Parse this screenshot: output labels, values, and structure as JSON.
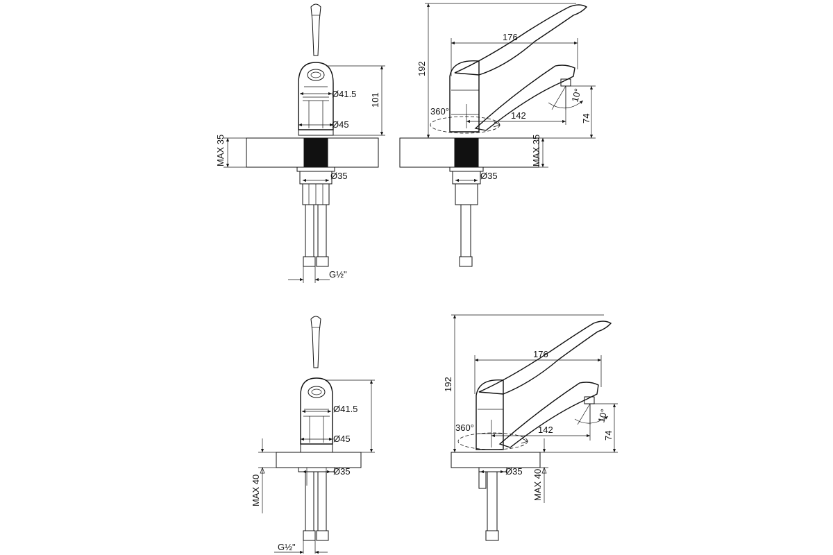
{
  "views": {
    "top_front": {
      "d_handle_base": "Ø41.5",
      "d_body": "Ø45",
      "height": "101",
      "counter_thickness": "MAX 35",
      "d_shank": "Ø35",
      "thread": "G½\""
    },
    "top_side": {
      "total_height": "192",
      "reach": "176",
      "rotation": "360°",
      "spout_len": "142",
      "spout_angle": "10°",
      "spout_height": "74",
      "counter_thickness": "MAX 35",
      "d_shank": "Ø35"
    },
    "bottom_front": {
      "d_handle_base": "Ø41.5",
      "d_body": "Ø45",
      "counter_thickness": "MAX 40",
      "d_shank": "Ø35",
      "thread": "G½\""
    },
    "bottom_side": {
      "total_height": "192",
      "reach": "176",
      "rotation": "360°",
      "spout_len": "142",
      "spout_angle": "10°",
      "spout_height": "74",
      "counter_thickness": "MAX 40",
      "d_shank": "Ø35"
    }
  }
}
